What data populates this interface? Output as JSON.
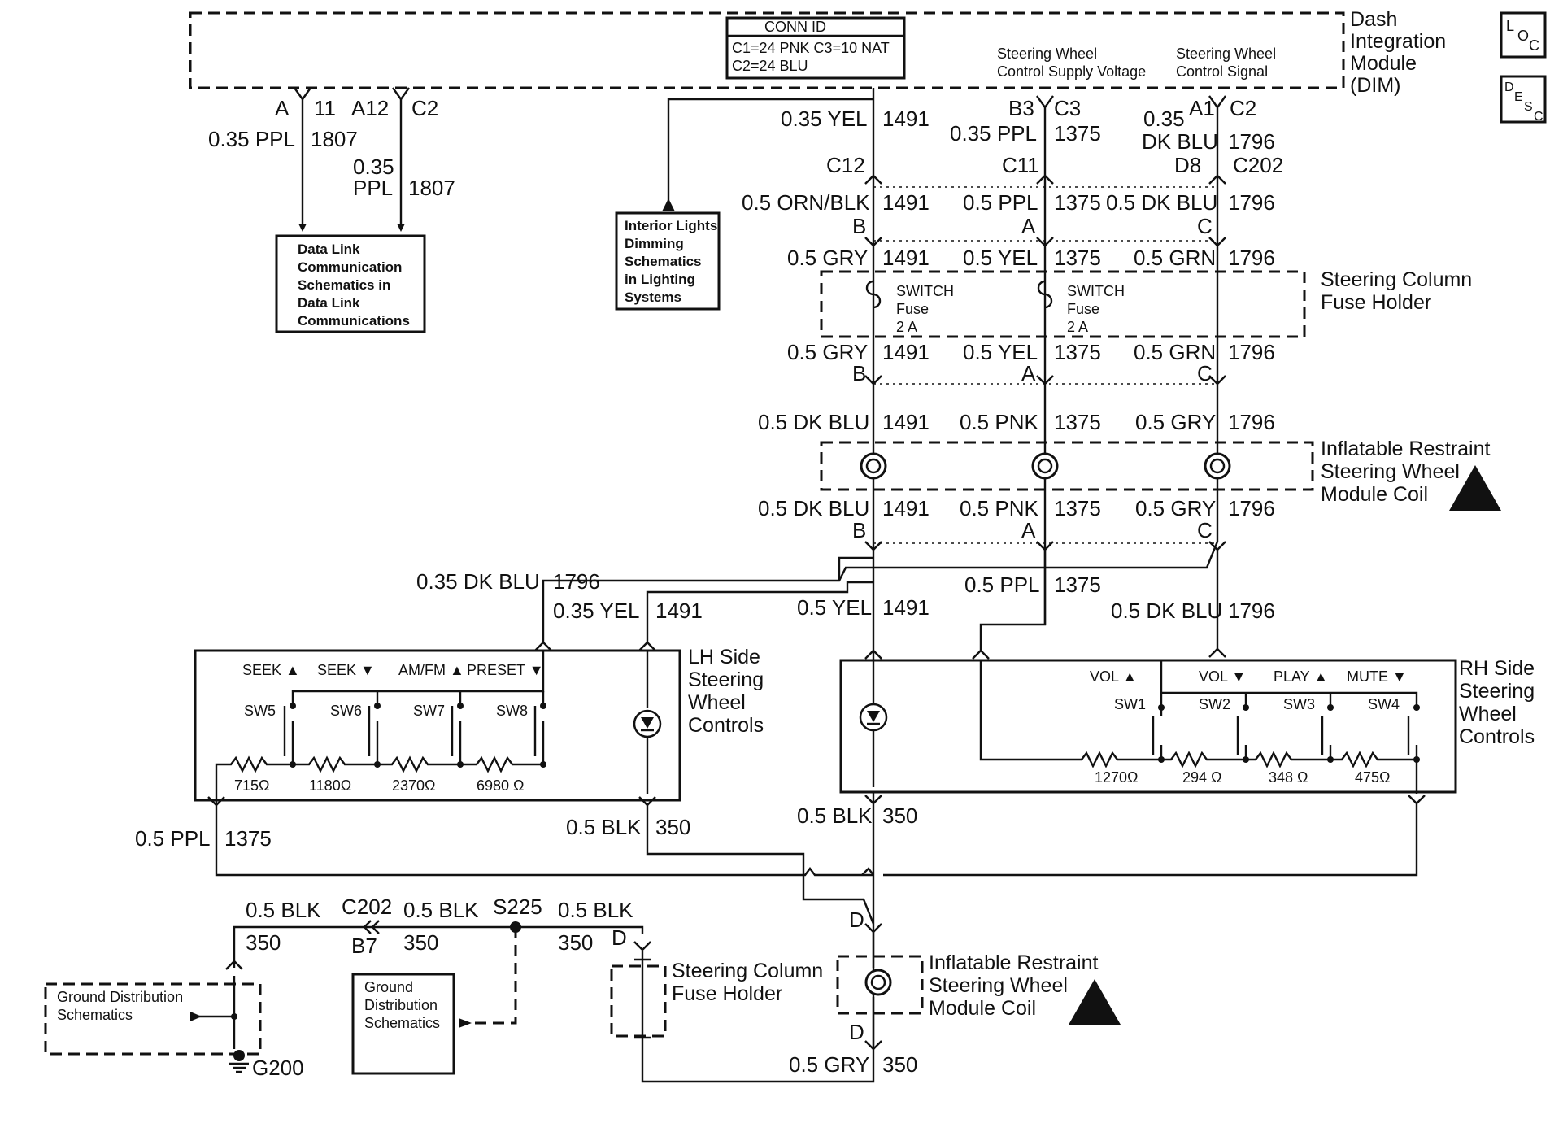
{
  "dim": {
    "title_lines": [
      "Dash",
      "Integration",
      "Module",
      "(DIM)"
    ],
    "conn_id_title": "CONN ID",
    "conn_id_lines": [
      "C1=24 PNK   C3=10 NAT",
      "C2=24 BLU"
    ],
    "swc_supply_lines": [
      "Steering Wheel",
      "Control Supply Voltage"
    ],
    "swc_signal_lines": [
      "Steering Wheel",
      "Control Signal"
    ]
  },
  "badges": {
    "loc": [
      "L",
      "O",
      "C"
    ],
    "desc": [
      "D",
      "E",
      "S",
      "C"
    ]
  },
  "pins": {
    "a": "A",
    "p11": "11",
    "a12": "A12",
    "c2": "C2",
    "b3": "B3",
    "c3": "C3",
    "a1": "A1",
    "c2b": "C2"
  },
  "wires": {
    "ppl_035": "0.35 PPL",
    "c1807": "1807",
    "ppl_035_a": "0.35",
    "ppl_035_b": "PPL",
    "yel_035": "0.35 YEL",
    "c1491": "1491",
    "c1375": "1375",
    "c1796": "1796",
    "c350": "350",
    "dkblu_035_a": "0.35",
    "dkblu_b": "DK BLU",
    "dkblu_035": "0.35 DK BLU",
    "orn_blk": "0.5 ORN/BLK",
    "ppl_05": "0.5 PPL",
    "dkblu_05": "0.5 DK BLU",
    "gry_05": "0.5 GRY",
    "yel_05": "0.5 YEL",
    "grn_05": "0.5 GRN",
    "pnk_05": "0.5 PNK",
    "blk_05": "0.5 BLK"
  },
  "connectors": {
    "c12": "C12",
    "c11": "C11",
    "d8": "D8",
    "c202": "C202",
    "b": "B",
    "a": "A",
    "c": "C",
    "d": "D",
    "b7": "B7",
    "s225": "S225",
    "g200": "G200"
  },
  "refs": {
    "data_link": [
      "Data Link",
      "Communication",
      "Schematics in",
      "Data Link",
      "Communications"
    ],
    "dimming": [
      "Interior Lights",
      "Dimming",
      "Schematics",
      "in Lighting",
      "Systems"
    ],
    "ground_dist_left": [
      "Ground Distribution",
      "Schematics"
    ],
    "ground_dist_box": [
      "Ground",
      "Distribution",
      "Schematics"
    ]
  },
  "components": {
    "column_fuse_holder": [
      "Steering Column",
      "Fuse Holder"
    ],
    "restraint_coil": [
      "Inflatable Restraint",
      "Steering Wheel",
      "Module Coil"
    ],
    "fuse_switch": "SWITCH",
    "fuse_word": "Fuse",
    "fuse_rating": "2 A",
    "lh_controls": [
      "LH Side",
      "Steering",
      "Wheel",
      "Controls"
    ],
    "rh_controls": [
      "RH Side",
      "Steering",
      "Wheel",
      "Controls"
    ]
  },
  "lh": {
    "labels": [
      "SEEK ▲",
      "SEEK ▼",
      "AM/FM ▲",
      "PRESET ▼"
    ],
    "switches": [
      "SW5",
      "SW6",
      "SW7",
      "SW8"
    ],
    "resistors": [
      "715Ω",
      "1180Ω",
      "2370Ω",
      "6980 Ω"
    ]
  },
  "rh": {
    "labels": [
      "VOL ▲",
      "VOL ▼",
      "PLAY ▲",
      "MUTE ▼"
    ],
    "switches": [
      "SW1",
      "SW2",
      "SW3",
      "SW4"
    ],
    "resistors": [
      "1270Ω",
      "294 Ω",
      "348 Ω",
      "475Ω"
    ]
  }
}
